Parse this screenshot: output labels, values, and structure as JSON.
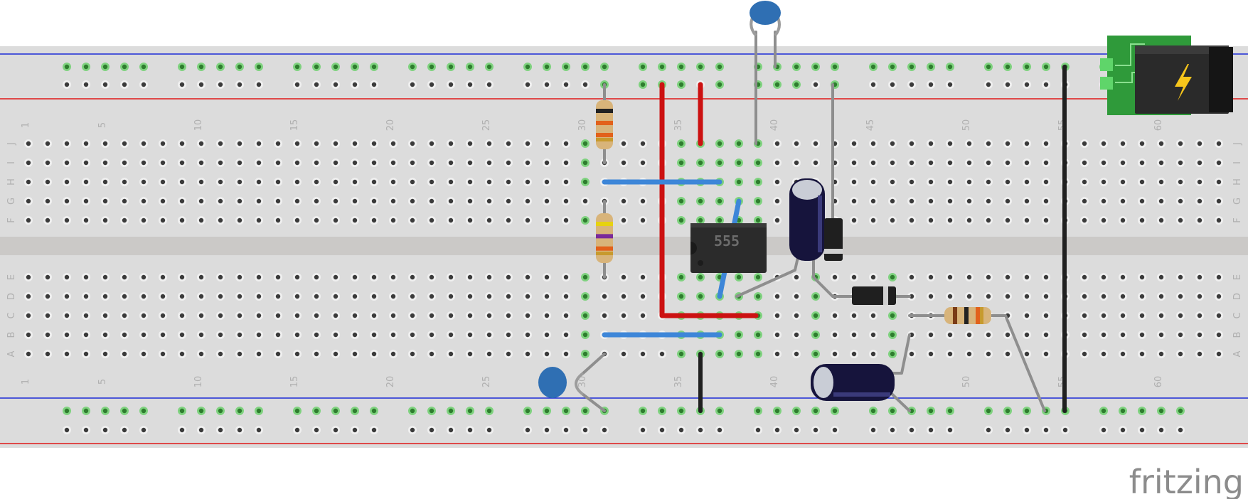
{
  "app": {
    "brand": "fritzing"
  },
  "breadboard": {
    "columns": 63,
    "column_numbers": [
      "1",
      "5",
      "10",
      "15",
      "20",
      "25",
      "30",
      "35",
      "40",
      "45",
      "50",
      "55",
      "60"
    ],
    "row_letters_top": [
      "J",
      "I",
      "H",
      "G",
      "F"
    ],
    "row_letters_bottom": [
      "E",
      "D",
      "C",
      "B",
      "A"
    ],
    "rail_colors": {
      "positive": "#e01818",
      "negative": "#1d2bd6"
    }
  },
  "components": {
    "ic": {
      "label": "555",
      "icon": "dip-ic-icon"
    },
    "power_jack": {
      "icon": "lightning-icon",
      "color": "#2f9a3a"
    },
    "wire_colors": {
      "red": "#cc1111",
      "blue": "#3d86d8",
      "black": "#202020",
      "gray": "#8e8e8e"
    },
    "resistor_bands": {
      "r1": [
        "#222222",
        "#e2611b",
        "#e2611b"
      ],
      "r2": [
        "#e6d210",
        "#7a2a9a",
        "#e2611b"
      ],
      "r3": [
        "#7a3b16",
        "#222222",
        "#e2611b"
      ]
    }
  }
}
